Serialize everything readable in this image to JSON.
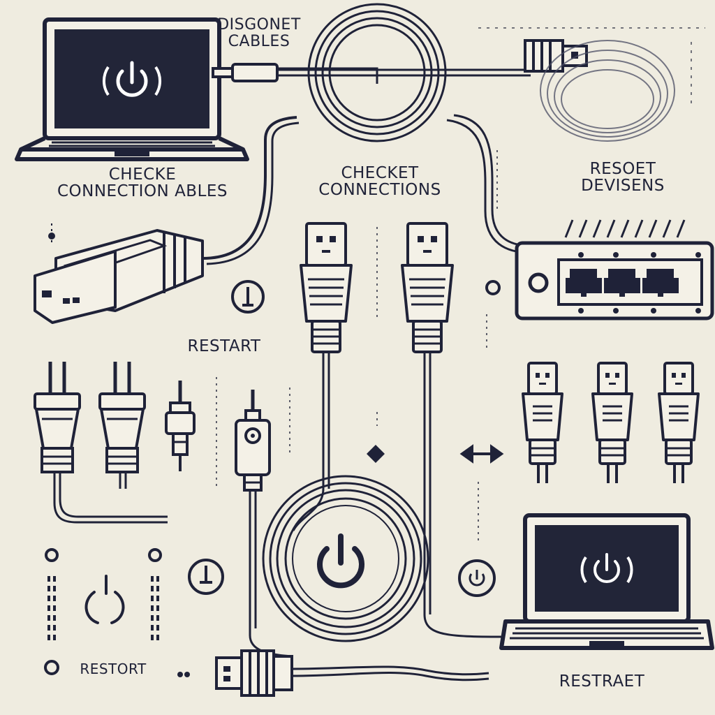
{
  "labels": {
    "disconnect": [
      "DISGONET",
      "CABLES"
    ],
    "check_connection_cables": [
      "CHECKE",
      "CONNECTION ABLES"
    ],
    "checket_connections": [
      "CHECKET",
      "CONNECTIONS"
    ],
    "reset_devices": [
      "RESOET",
      "DEVISENS"
    ],
    "restart": "RESTART",
    "restort": "RESTORT",
    "restraet": "RESTRAET"
  },
  "colors": {
    "background": "#efece0",
    "ink": "#1f2238",
    "screen": "#222538",
    "paper": "#f4f1e7"
  },
  "icons": [
    "laptop-icon",
    "power-icon",
    "usb-plug-icon",
    "ethernet-plug-icon",
    "network-switch-icon",
    "cable-coil-icon",
    "audio-jack-icon",
    "swap-arrow-icon"
  ]
}
